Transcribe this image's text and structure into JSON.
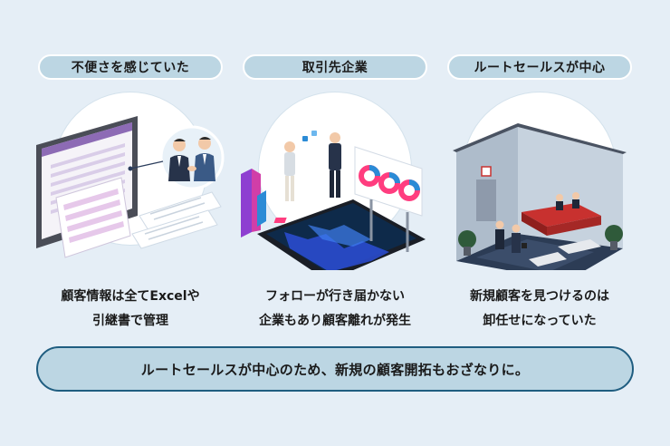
{
  "panels": [
    {
      "title": "不便さを感じていた",
      "caption_line1": "顧客情報は全てExcelや",
      "caption_line2": "引継書で管理"
    },
    {
      "title": "取引先企業",
      "caption_line1": "フォローが行き届かない",
      "caption_line2": "企業もあり顧客離れが発生"
    },
    {
      "title": "ルートセールスが中心",
      "caption_line1": "新規顧客を見つけるのは",
      "caption_line2": "卸任せになっていた"
    }
  ],
  "summary": "ルートセールスが中心のため、新規の顧客開拓もおざなりに。",
  "colors": {
    "background": "#e5eef6",
    "pill": "#bcd6e3",
    "summary_border": "#1f5d80",
    "accent_purple": "#8e3fd1",
    "accent_blue": "#2b8bd6",
    "accent_pink": "#ff3d7f",
    "teal": "#3aa9a0"
  }
}
